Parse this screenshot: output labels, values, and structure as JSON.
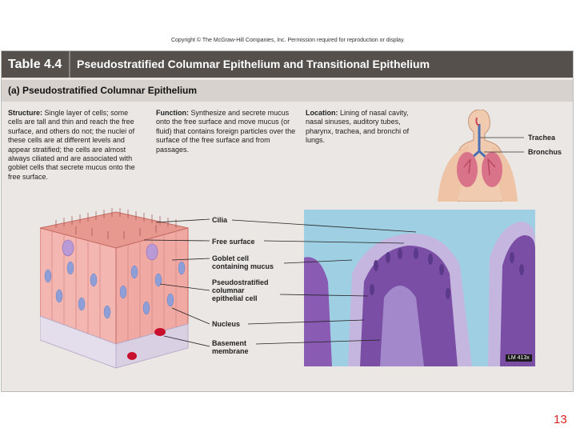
{
  "copyright": "Copyright © The McGraw-Hill Companies, Inc. Permission required for reproduction or display.",
  "table": {
    "number": "Table 4.4",
    "title": "Pseudostratified Columnar Epithelium and Transitional Epithelium"
  },
  "section": {
    "title": "(a) Pseudostratified Columnar Epithelium"
  },
  "structure": {
    "heading": "Structure:",
    "text": "Single layer of cells; some cells are tall and thin and reach the free surface, and others do not; the nuclei of these cells are at different levels and appear stratified; the cells are almost always ciliated and are associated with goblet cells that secrete mucus onto the free surface."
  },
  "function": {
    "heading": "Function:",
    "text": "Synthesize and secrete mucus onto the free surface and move mucus (or fluid) that contains foreign particles over the surface of the free surface and from passages."
  },
  "location": {
    "heading": "Location:",
    "text": "Lining of nasal cavity, nasal sinuses, auditory tubes, pharynx, trachea, and bronchi of lungs."
  },
  "torso_labels": {
    "trachea": "Trachea",
    "bronchus": "Bronchus"
  },
  "diagram_labels": {
    "cilia": "Cilia",
    "free_surface": "Free surface",
    "goblet_line1": "Goblet cell",
    "goblet_line2": "containing mucus",
    "pseudo_line1": "Pseudostratified",
    "pseudo_line2": "columnar",
    "pseudo_line3": "epithelial cell",
    "nucleus": "Nucleus",
    "basement_line1": "Basement",
    "basement_line2": "membrane"
  },
  "micrograph_badge": "LM 413x",
  "page_number": "13",
  "colors": {
    "title_bar": "#56504c",
    "panel": "#ebe7e4",
    "page_number": "#dd2222"
  }
}
